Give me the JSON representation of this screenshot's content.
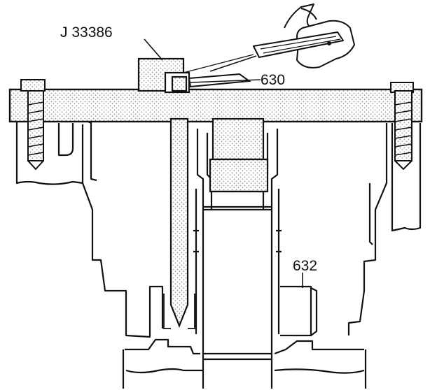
{
  "callouts": {
    "tool": "J 33386",
    "part_630": "630",
    "part_632": "632"
  },
  "colors": {
    "ink": "#111111",
    "stipple": "#c8c8c8",
    "paper": "#ffffff"
  }
}
